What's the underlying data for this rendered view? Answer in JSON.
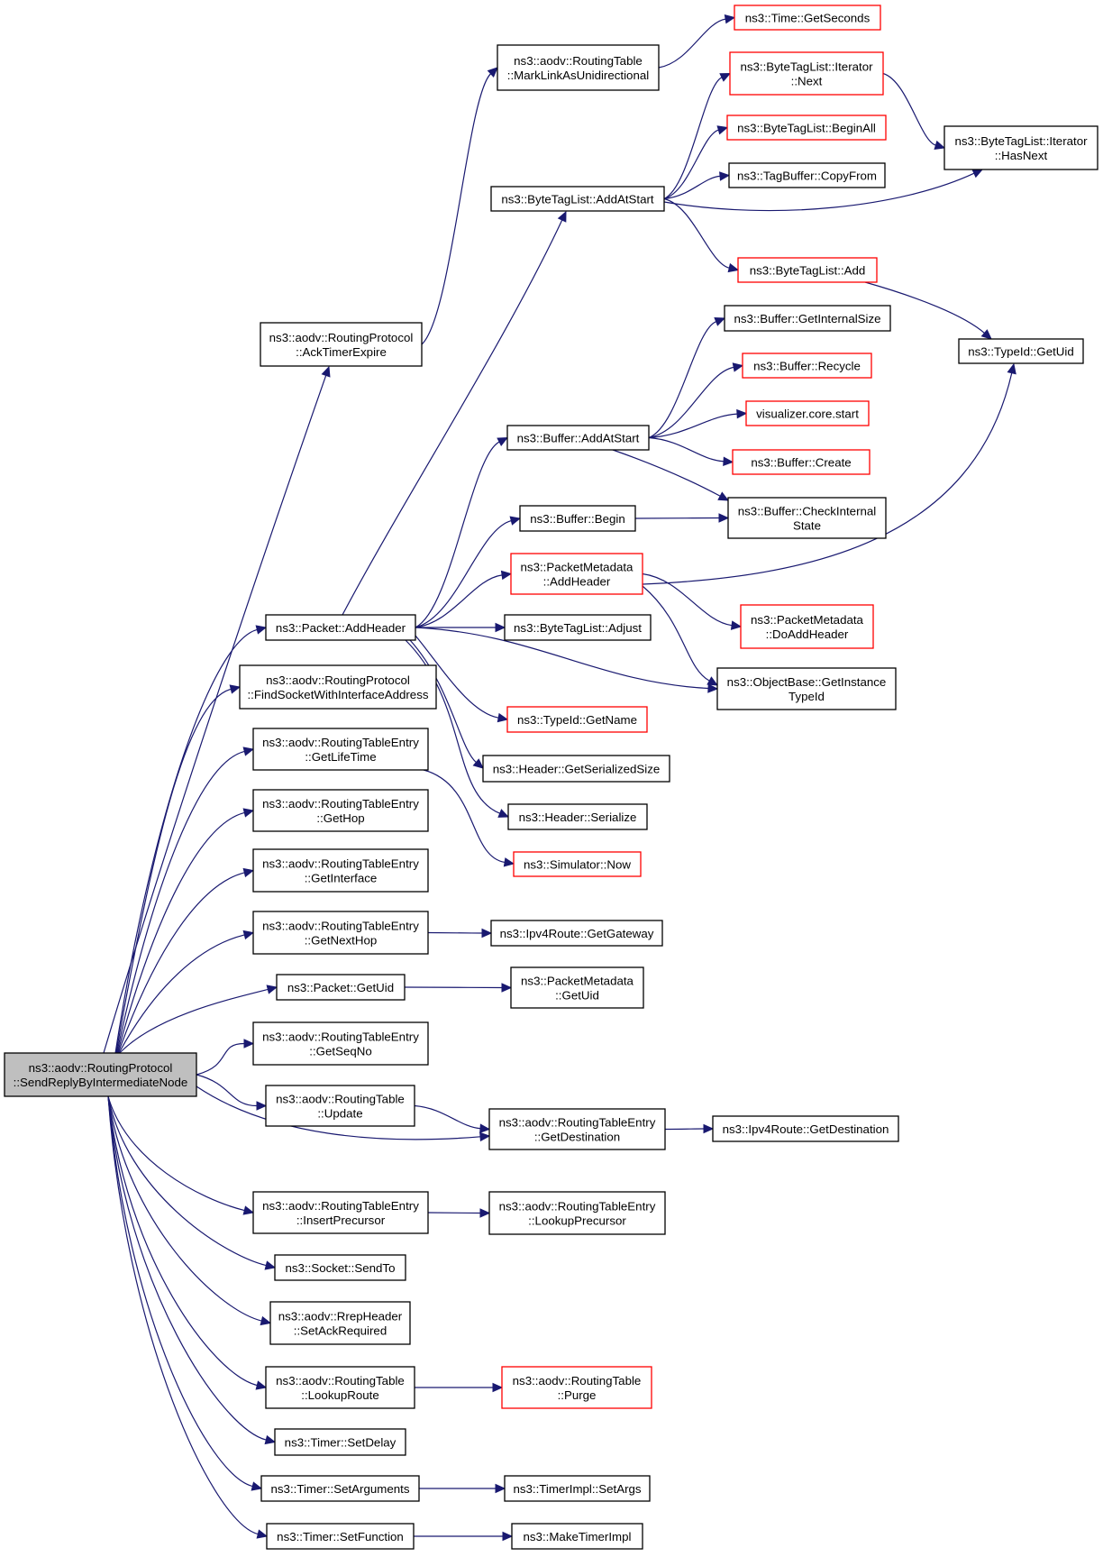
{
  "diagram": {
    "type": "call-graph",
    "colors": {
      "edge": "#191970",
      "node_border": "#000000",
      "node_border_incomplete": "#ff0000",
      "root_fill": "#bfbfbf",
      "background": "#ffffff"
    },
    "nodes": [
      {
        "id": "root",
        "lines": [
          "ns3::aodv::RoutingProtocol",
          "::SendReplyByIntermediateNode"
        ],
        "style": "root"
      },
      {
        "id": "ackTimerExpire",
        "lines": [
          "ns3::aodv::RoutingProtocol",
          "::AckTimerExpire"
        ],
        "style": "normal"
      },
      {
        "id": "markLink",
        "lines": [
          "ns3::aodv::RoutingTable",
          "::MarkLinkAsUnidirectional"
        ],
        "style": "normal"
      },
      {
        "id": "timeGetSeconds",
        "lines": [
          "ns3::Time::GetSeconds"
        ],
        "style": "red"
      },
      {
        "id": "iterNext",
        "lines": [
          "ns3::ByteTagList::Iterator",
          "::Next"
        ],
        "style": "red"
      },
      {
        "id": "iterHasNext",
        "lines": [
          "ns3::ByteTagList::Iterator",
          "::HasNext"
        ],
        "style": "normal"
      },
      {
        "id": "beginAll",
        "lines": [
          "ns3::ByteTagList::BeginAll"
        ],
        "style": "red"
      },
      {
        "id": "tagBufferCopy",
        "lines": [
          "ns3::TagBuffer::CopyFrom"
        ],
        "style": "normal"
      },
      {
        "id": "addAtStartBTL",
        "lines": [
          "ns3::ByteTagList::AddAtStart"
        ],
        "style": "normal"
      },
      {
        "id": "btlAdd",
        "lines": [
          "ns3::ByteTagList::Add"
        ],
        "style": "red"
      },
      {
        "id": "typeIdGetUid",
        "lines": [
          "ns3::TypeId::GetUid"
        ],
        "style": "normal"
      },
      {
        "id": "bufGetInternalSize",
        "lines": [
          "ns3::Buffer::GetInternalSize"
        ],
        "style": "normal"
      },
      {
        "id": "bufRecycle",
        "lines": [
          "ns3::Buffer::Recycle"
        ],
        "style": "red"
      },
      {
        "id": "visStart",
        "lines": [
          "visualizer.core.start"
        ],
        "style": "red"
      },
      {
        "id": "bufAddAtStart",
        "lines": [
          "ns3::Buffer::AddAtStart"
        ],
        "style": "normal"
      },
      {
        "id": "bufCreate",
        "lines": [
          "ns3::Buffer::Create"
        ],
        "style": "red"
      },
      {
        "id": "bufBegin",
        "lines": [
          "ns3::Buffer::Begin"
        ],
        "style": "normal"
      },
      {
        "id": "bufCheckInternal",
        "lines": [
          "ns3::Buffer::CheckInternal",
          "State"
        ],
        "style": "normal"
      },
      {
        "id": "pmAddHeader",
        "lines": [
          "ns3::PacketMetadata",
          "::AddHeader"
        ],
        "style": "red"
      },
      {
        "id": "pmDoAddHeader",
        "lines": [
          "ns3::PacketMetadata",
          "::DoAddHeader"
        ],
        "style": "red"
      },
      {
        "id": "pktAddHeader",
        "lines": [
          "ns3::Packet::AddHeader"
        ],
        "style": "normal"
      },
      {
        "id": "btlAdjust",
        "lines": [
          "ns3::ByteTagList::Adjust"
        ],
        "style": "normal"
      },
      {
        "id": "objGetInstance",
        "lines": [
          "ns3::ObjectBase::GetInstance",
          "TypeId"
        ],
        "style": "normal"
      },
      {
        "id": "findSocket",
        "lines": [
          "ns3::aodv::RoutingProtocol",
          "::FindSocketWithInterfaceAddress"
        ],
        "style": "normal"
      },
      {
        "id": "typeIdGetName",
        "lines": [
          "ns3::TypeId::GetName"
        ],
        "style": "red"
      },
      {
        "id": "rteGetLifeTime",
        "lines": [
          "ns3::aodv::RoutingTableEntry",
          "::GetLifeTime"
        ],
        "style": "normal"
      },
      {
        "id": "hdrGetSerSize",
        "lines": [
          "ns3::Header::GetSerializedSize"
        ],
        "style": "normal"
      },
      {
        "id": "hdrSerialize",
        "lines": [
          "ns3::Header::Serialize"
        ],
        "style": "normal"
      },
      {
        "id": "rteGetHop",
        "lines": [
          "ns3::aodv::RoutingTableEntry",
          "::GetHop"
        ],
        "style": "normal"
      },
      {
        "id": "simNow",
        "lines": [
          "ns3::Simulator::Now"
        ],
        "style": "red"
      },
      {
        "id": "rteGetInterface",
        "lines": [
          "ns3::aodv::RoutingTableEntry",
          "::GetInterface"
        ],
        "style": "normal"
      },
      {
        "id": "rteGetNextHop",
        "lines": [
          "ns3::aodv::RoutingTableEntry",
          "::GetNextHop"
        ],
        "style": "normal"
      },
      {
        "id": "ipv4GetGateway",
        "lines": [
          "ns3::Ipv4Route::GetGateway"
        ],
        "style": "normal"
      },
      {
        "id": "pktGetUid",
        "lines": [
          "ns3::Packet::GetUid"
        ],
        "style": "normal"
      },
      {
        "id": "pmGetUid",
        "lines": [
          "ns3::PacketMetadata",
          "::GetUid"
        ],
        "style": "normal"
      },
      {
        "id": "rteGetSeqNo",
        "lines": [
          "ns3::aodv::RoutingTableEntry",
          "::GetSeqNo"
        ],
        "style": "normal"
      },
      {
        "id": "rtUpdate",
        "lines": [
          "ns3::aodv::RoutingTable",
          "::Update"
        ],
        "style": "normal"
      },
      {
        "id": "rteGetDestination",
        "lines": [
          "ns3::aodv::RoutingTableEntry",
          "::GetDestination"
        ],
        "style": "normal"
      },
      {
        "id": "ipv4GetDestination",
        "lines": [
          "ns3::Ipv4Route::GetDestination"
        ],
        "style": "normal"
      },
      {
        "id": "rteInsertPrecursor",
        "lines": [
          "ns3::aodv::RoutingTableEntry",
          "::InsertPrecursor"
        ],
        "style": "normal"
      },
      {
        "id": "rteLookupPrecursor",
        "lines": [
          "ns3::aodv::RoutingTableEntry",
          "::LookupPrecursor"
        ],
        "style": "normal"
      },
      {
        "id": "sockSendTo",
        "lines": [
          "ns3::Socket::SendTo"
        ],
        "style": "normal"
      },
      {
        "id": "rrepSetAck",
        "lines": [
          "ns3::aodv::RrepHeader",
          "::SetAckRequired"
        ],
        "style": "normal"
      },
      {
        "id": "rtLookupRoute",
        "lines": [
          "ns3::aodv::RoutingTable",
          "::LookupRoute"
        ],
        "style": "normal"
      },
      {
        "id": "rtPurge",
        "lines": [
          "ns3::aodv::RoutingTable",
          "::Purge"
        ],
        "style": "red"
      },
      {
        "id": "timerSetDelay",
        "lines": [
          "ns3::Timer::SetDelay"
        ],
        "style": "normal"
      },
      {
        "id": "timerSetArgs",
        "lines": [
          "ns3::Timer::SetArguments"
        ],
        "style": "normal"
      },
      {
        "id": "timerImplSetArgs",
        "lines": [
          "ns3::TimerImpl::SetArgs"
        ],
        "style": "normal"
      },
      {
        "id": "timerSetFunction",
        "lines": [
          "ns3::Timer::SetFunction"
        ],
        "style": "normal"
      },
      {
        "id": "makeTimerImpl",
        "lines": [
          "ns3::MakeTimerImpl"
        ],
        "style": "normal"
      }
    ],
    "edges": [
      [
        "root",
        "ackTimerExpire"
      ],
      [
        "ackTimerExpire",
        "markLink"
      ],
      [
        "markLink",
        "timeGetSeconds"
      ],
      [
        "addAtStartBTL",
        "iterNext"
      ],
      [
        "iterNext",
        "iterHasNext"
      ],
      [
        "addAtStartBTL",
        "beginAll"
      ],
      [
        "addAtStartBTL",
        "tagBufferCopy"
      ],
      [
        "addAtStartBTL",
        "iterHasNext"
      ],
      [
        "addAtStartBTL",
        "btlAdd"
      ],
      [
        "btlAdd",
        "typeIdGetUid"
      ],
      [
        "bufAddAtStart",
        "bufGetInternalSize"
      ],
      [
        "bufAddAtStart",
        "bufRecycle"
      ],
      [
        "bufAddAtStart",
        "visStart"
      ],
      [
        "bufAddAtStart",
        "bufCreate"
      ],
      [
        "bufAddAtStart",
        "bufCheckInternal"
      ],
      [
        "bufBegin",
        "bufCheckInternal"
      ],
      [
        "pmAddHeader",
        "typeIdGetUid"
      ],
      [
        "pmAddHeader",
        "pmDoAddHeader"
      ],
      [
        "pmAddHeader",
        "objGetInstance"
      ],
      [
        "pktAddHeader",
        "addAtStartBTL"
      ],
      [
        "pktAddHeader",
        "bufAddAtStart"
      ],
      [
        "pktAddHeader",
        "bufBegin"
      ],
      [
        "pktAddHeader",
        "pmAddHeader"
      ],
      [
        "pktAddHeader",
        "btlAdjust"
      ],
      [
        "pktAddHeader",
        "objGetInstance"
      ],
      [
        "pktAddHeader",
        "typeIdGetName"
      ],
      [
        "pktAddHeader",
        "hdrGetSerSize"
      ],
      [
        "pktAddHeader",
        "hdrSerialize"
      ],
      [
        "root",
        "pktAddHeader"
      ],
      [
        "root",
        "findSocket"
      ],
      [
        "root",
        "rteGetLifeTime"
      ],
      [
        "rteGetLifeTime",
        "simNow"
      ],
      [
        "root",
        "rteGetHop"
      ],
      [
        "root",
        "rteGetInterface"
      ],
      [
        "root",
        "rteGetNextHop"
      ],
      [
        "rteGetNextHop",
        "ipv4GetGateway"
      ],
      [
        "root",
        "pktGetUid"
      ],
      [
        "pktGetUid",
        "pmGetUid"
      ],
      [
        "root",
        "rteGetSeqNo"
      ],
      [
        "root",
        "rtUpdate"
      ],
      [
        "rtUpdate",
        "rteGetDestination"
      ],
      [
        "root",
        "rteGetDestination"
      ],
      [
        "rteGetDestination",
        "ipv4GetDestination"
      ],
      [
        "root",
        "rteInsertPrecursor"
      ],
      [
        "rteInsertPrecursor",
        "rteLookupPrecursor"
      ],
      [
        "root",
        "sockSendTo"
      ],
      [
        "root",
        "rrepSetAck"
      ],
      [
        "root",
        "rtLookupRoute"
      ],
      [
        "rtLookupRoute",
        "rtPurge"
      ],
      [
        "root",
        "timerSetDelay"
      ],
      [
        "root",
        "timerSetArgs"
      ],
      [
        "timerSetArgs",
        "timerImplSetArgs"
      ],
      [
        "root",
        "timerSetFunction"
      ],
      [
        "timerSetFunction",
        "makeTimerImpl"
      ]
    ]
  }
}
